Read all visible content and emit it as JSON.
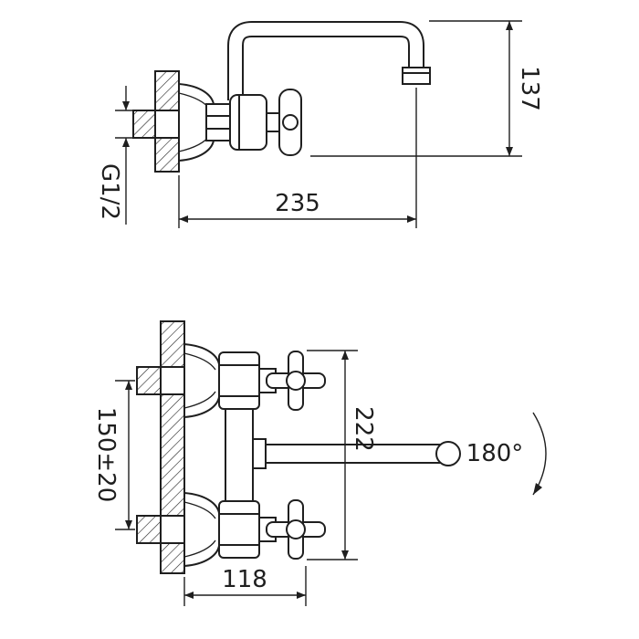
{
  "colors": {
    "background": "#ffffff",
    "line": "#1f1f1f"
  },
  "side_view": {
    "dim_spout_height": "137",
    "dim_spout_reach": "235",
    "dim_inlet_thread": "G1/2"
  },
  "front_view": {
    "dim_body_height": "222",
    "dim_inlet_centers": "150±20",
    "dim_wall_to_handle": "118",
    "dim_spout_swivel": "180°"
  }
}
